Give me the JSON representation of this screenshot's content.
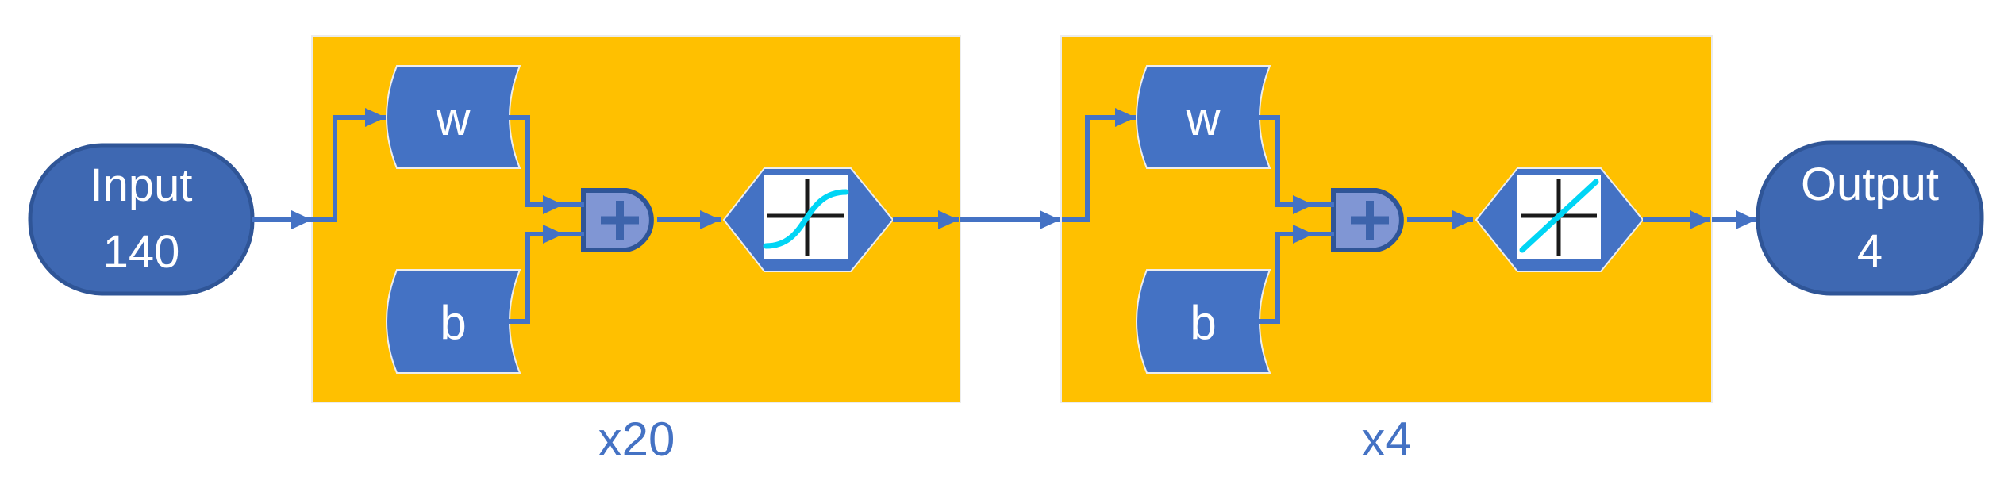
{
  "diagram": {
    "type": "neural-network-architecture",
    "input_node": {
      "label": "Input",
      "size": "140"
    },
    "output_node": {
      "label": "Output",
      "size": "4"
    },
    "layers": [
      {
        "weight_label": "w",
        "bias_label": "b",
        "sum_operator": "+",
        "activation_icon": "sigmoid-activation-icon",
        "multiplier_label": "x20"
      },
      {
        "weight_label": "w",
        "bias_label": "b",
        "sum_operator": "+",
        "activation_icon": "linear-activation-icon",
        "multiplier_label": "x4"
      }
    ],
    "colors": {
      "layer_block_background": "#FFC000",
      "shape_blue": "#4472C4",
      "node_fill": "#3E68B2",
      "node_border": "#2F5597",
      "adder_fill": "#8096D4",
      "adder_border": "#2F5597",
      "wire_blue": "#4472C4",
      "activation_curve_cyan": "#00D5F5",
      "axis_black": "#1A1A1A",
      "multiplier_text_blue": "#4472C4",
      "node_text_white": "#FFFFFF",
      "page_background": "#FFFFFF"
    }
  }
}
